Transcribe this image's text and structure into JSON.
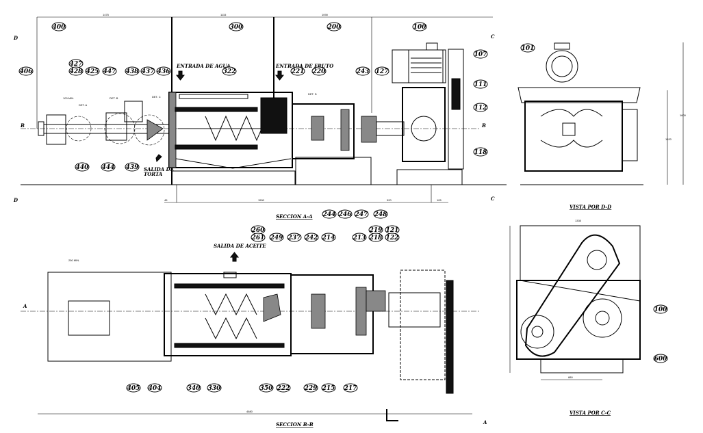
{
  "balloons": [
    "406",
    "400",
    "427",
    "428",
    "425",
    "447",
    "438",
    "437",
    "436",
    "300",
    "322",
    "221",
    "220",
    "200",
    "243",
    "127",
    "100",
    "107",
    "111",
    "112",
    "118",
    "101",
    "440",
    "444",
    "439",
    "244",
    "246",
    "247",
    "248",
    "260",
    "261",
    "249",
    "237",
    "242",
    "214",
    "213",
    "219",
    "218",
    "121",
    "122",
    "405",
    "404",
    "340",
    "330",
    "350",
    "222",
    "229",
    "215",
    "217",
    "100",
    "600"
  ],
  "notes": {
    "entrada_agua": "ENTRADA DE AGUA",
    "entrada_fruto": "ENTRADA DE FRUTO",
    "salida_torta_1": "SALIDA DE",
    "salida_torta_2": "TORTA",
    "salida_aceite": "SALIDA DE ACEITE",
    "det_a": "DET. A",
    "det_b": "DET. B",
    "det_c": "DET. C",
    "det_d": "DET. D",
    "min_100": "100 MIN.",
    "min_250": "250 MIN."
  },
  "titles": {
    "seccion_aa": "SECCION A-A",
    "vista_dd": "VISTA POR D-D",
    "seccion_bb": "SECCION B-B",
    "vista_cc": "VISTA POR C-C"
  },
  "dimensions": [
    "1475",
    "1115",
    "1090",
    "45",
    "1590",
    "920",
    "105",
    "1520",
    "1600",
    "1335",
    "880",
    "4680"
  ],
  "section_marks": {
    "d": "D",
    "c": "C",
    "b": "B",
    "a": "A"
  }
}
